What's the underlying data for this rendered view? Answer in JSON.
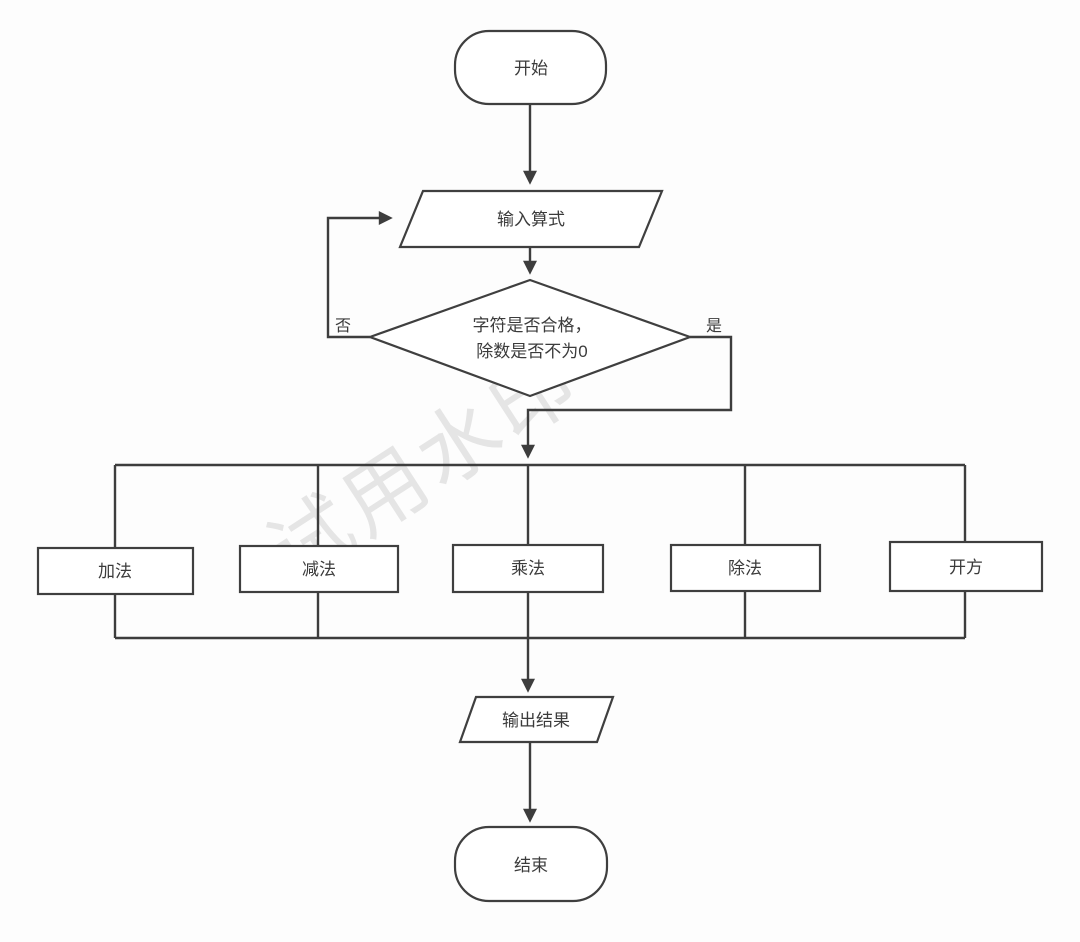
{
  "watermark": "试用水印",
  "colors": {
    "line": "#3d3d3d",
    "shape_stroke": "#3f3f3f",
    "shape_fill": "#ffffff",
    "text": "#3b3b3b",
    "background": "#fdfdfd",
    "watermark": "#bebebe"
  },
  "nodes": {
    "start": {
      "label": "开始",
      "type": "terminator"
    },
    "input": {
      "label": "输入算式",
      "type": "io-parallelogram"
    },
    "decision": {
      "label_line1": "字符是否合格，",
      "label_line2": "除数是否不为0",
      "type": "decision-diamond"
    },
    "branch_no": "否",
    "branch_yes": "是",
    "op_add": {
      "label": "加法",
      "type": "process"
    },
    "op_sub": {
      "label": "减法",
      "type": "process"
    },
    "op_mul": {
      "label": "乘法",
      "type": "process"
    },
    "op_div": {
      "label": "除法",
      "type": "process"
    },
    "op_sqrt": {
      "label": "开方",
      "type": "process"
    },
    "output": {
      "label": "输出结果",
      "type": "io-parallelogram"
    },
    "end": {
      "label": "结束",
      "type": "terminator"
    }
  }
}
